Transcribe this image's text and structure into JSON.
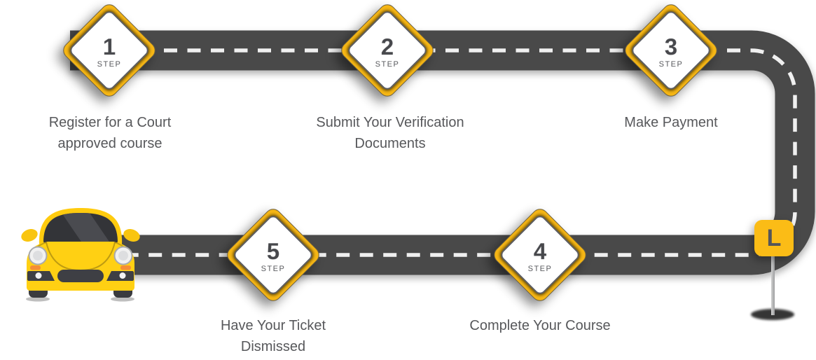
{
  "colors": {
    "road_surface": "#494949",
    "lane_dash": "#F0F0F0",
    "sign_yellow": "#F7B715",
    "sign_inner_border": "#5D5E62",
    "learner_plate_yellow": "#FBBC16",
    "car_yellow": "#FFD013",
    "caption_text": "#57585B",
    "step_number_text": "#47484C"
  },
  "steps": [
    {
      "number": "1",
      "label": "STEP",
      "caption": "Register for a Court approved course"
    },
    {
      "number": "2",
      "label": "STEP",
      "caption": "Submit Your Verification Documents"
    },
    {
      "number": "3",
      "label": "STEP",
      "caption": "Make Payment"
    },
    {
      "number": "4",
      "label": "STEP",
      "caption": "Complete Your Course"
    },
    {
      "number": "5",
      "label": "STEP",
      "caption": "Have Your Ticket Dismissed"
    }
  ],
  "finish_sign": {
    "letter": "L"
  }
}
